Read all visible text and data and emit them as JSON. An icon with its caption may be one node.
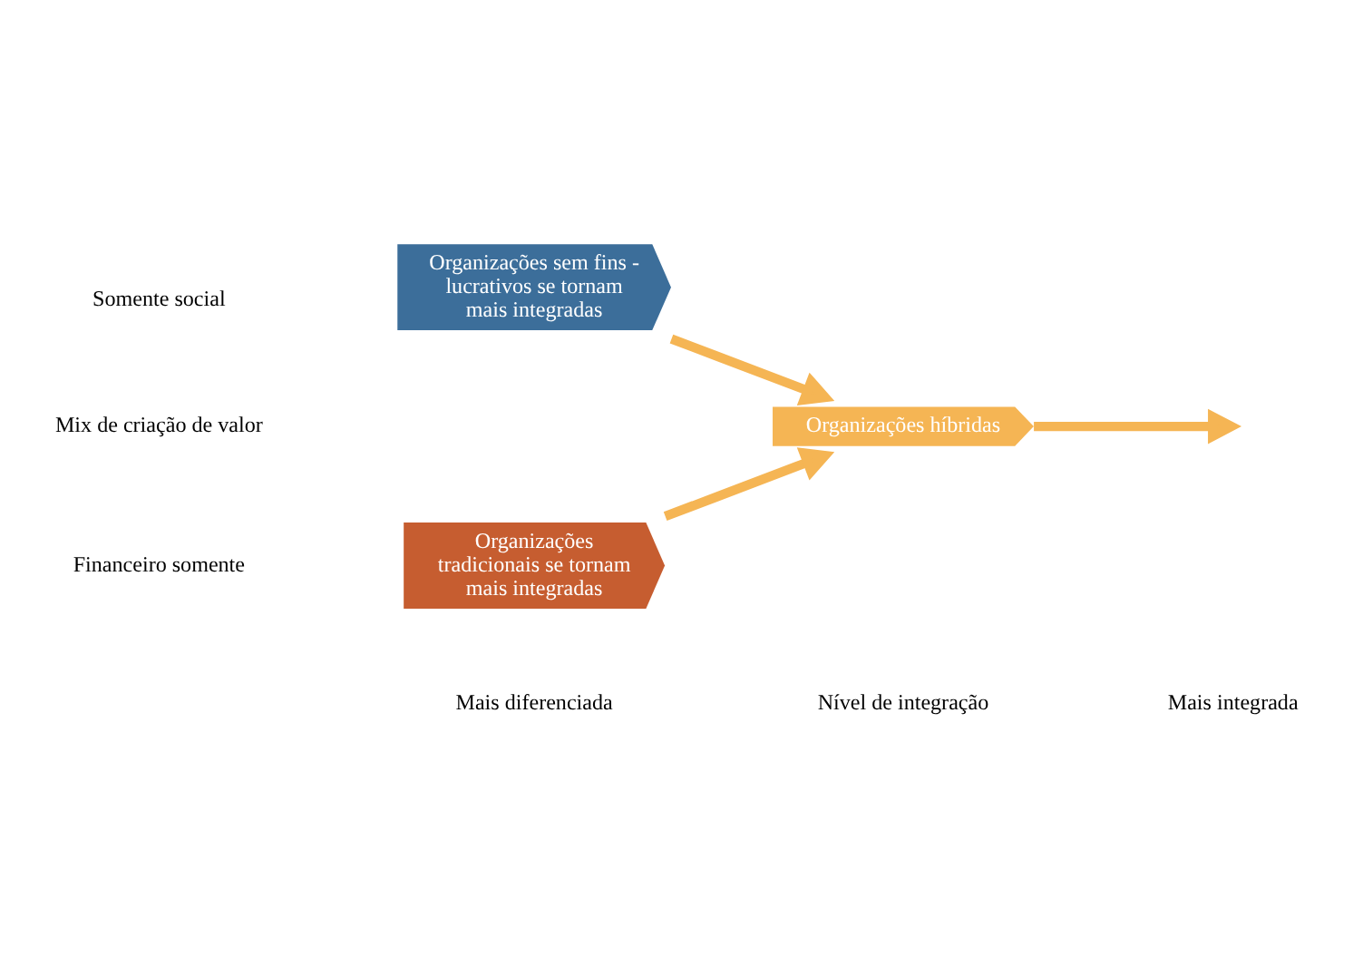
{
  "diagram": {
    "nodes": [
      {
        "text": [
          "Organizações sem fins - lucrativos se tornam mais integradas"
        ]
      },
      {
        "text": [
          "Organizações híbridas"
        ]
      },
      {
        "text": [
          "Organizações tradicionais se tornam mais integradas"
        ]
      }
    ],
    "edges": [
      {
        "from": 0,
        "to": 1,
        "arrow": "to"
      },
      {
        "from": 2,
        "to": 1,
        "arrow": "to"
      },
      {
        "from": 1,
        "to": null,
        "arrow": "to"
      }
    ],
    "labels": [
      "Somente social",
      "Mix de criação de valor",
      "Financeiro somente",
      "Mais diferenciada",
      "Nível de integração",
      "Mais integrada"
    ]
  }
}
